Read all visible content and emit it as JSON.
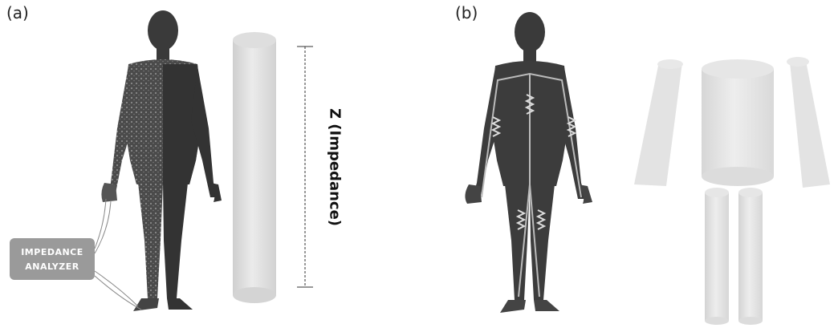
{
  "panels": {
    "a": {
      "label": "(a)"
    },
    "b": {
      "label": "(b)"
    }
  },
  "analyzer": {
    "line1": "IMPEDANCE",
    "line2": "ANALYZER"
  },
  "impedance_label": "Z (Impedance)",
  "colors": {
    "body": "#3c3c3c",
    "cylinder": "#dcdcdc",
    "box": "#9a9a9a"
  }
}
